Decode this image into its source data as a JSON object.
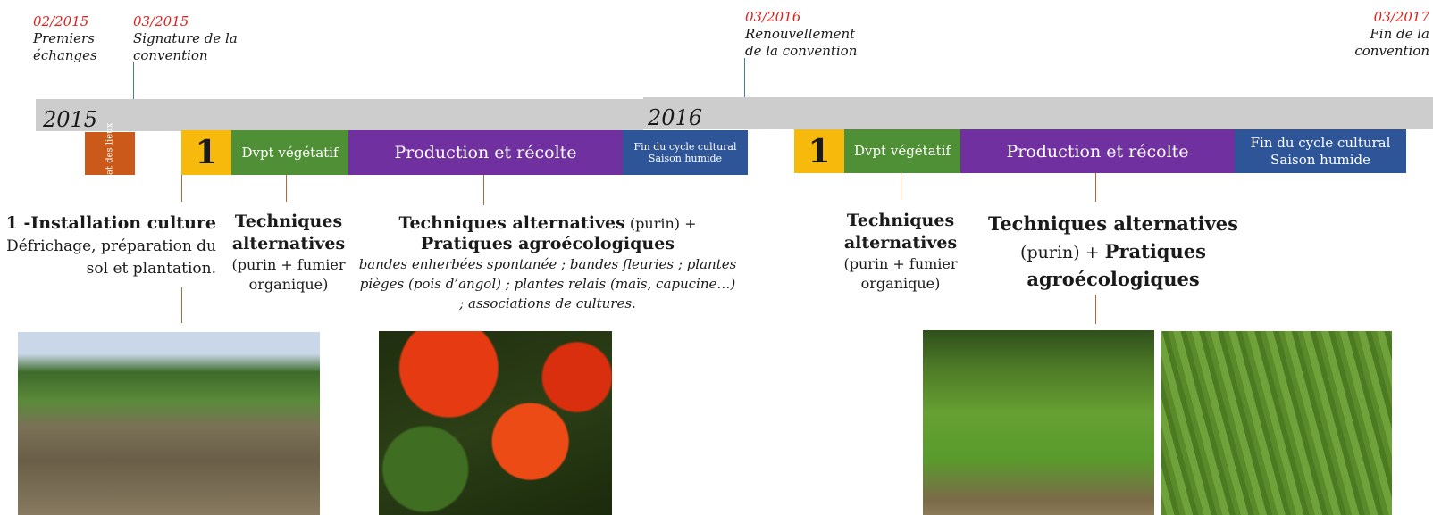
{
  "events": [
    {
      "date": "02/2015",
      "label": "Premiers échanges"
    },
    {
      "date": "03/2015",
      "label": "Signature de la convention"
    },
    {
      "date": "03/2016",
      "label": "Renouvellement de la convention"
    },
    {
      "date": "03/2017",
      "label": "Fin de la convention"
    }
  ],
  "years": [
    "2015",
    "2016"
  ],
  "phases": {
    "etat": "Etat des lieux",
    "one": "1",
    "dvpt": "Dvpt végétatif",
    "prod": "Production et récolte",
    "fin_2015": "Fin du cycle cultural Saison humide",
    "fin_2016": "Fin du cycle cultural Saison humide"
  },
  "descriptions": {
    "install_title": "1 -Installation culture",
    "install_text": "Défrichage, préparation du sol et plantation.",
    "tech_title": "Techniques alternatives",
    "tech_text": "(purin + fumier organique)",
    "prod_bold_1": "Techniques alternatives",
    "prod_plain": " (purin) + ",
    "prod_bold_2": "Pratiques agroécologiques",
    "prod_italic": "bandes enherbées spontanée ; bandes fleuries ; plantes pièges (pois d’angol) ; plantes relais (maïs, capucine…) ; associations de cultures.",
    "prod2_bold_1": "Techniques alternatives",
    "prod2_plain": "(purin) + ",
    "prod2_bold_2": "Pratiques agroécologiques"
  },
  "colors": {
    "etat": "#cb5a1a",
    "one": "#f7b90c",
    "dvpt": "#4f8f35",
    "prod": "#7030a0",
    "fin": "#2e5597",
    "band": "#cdcdcd",
    "date": "#e0201b"
  }
}
